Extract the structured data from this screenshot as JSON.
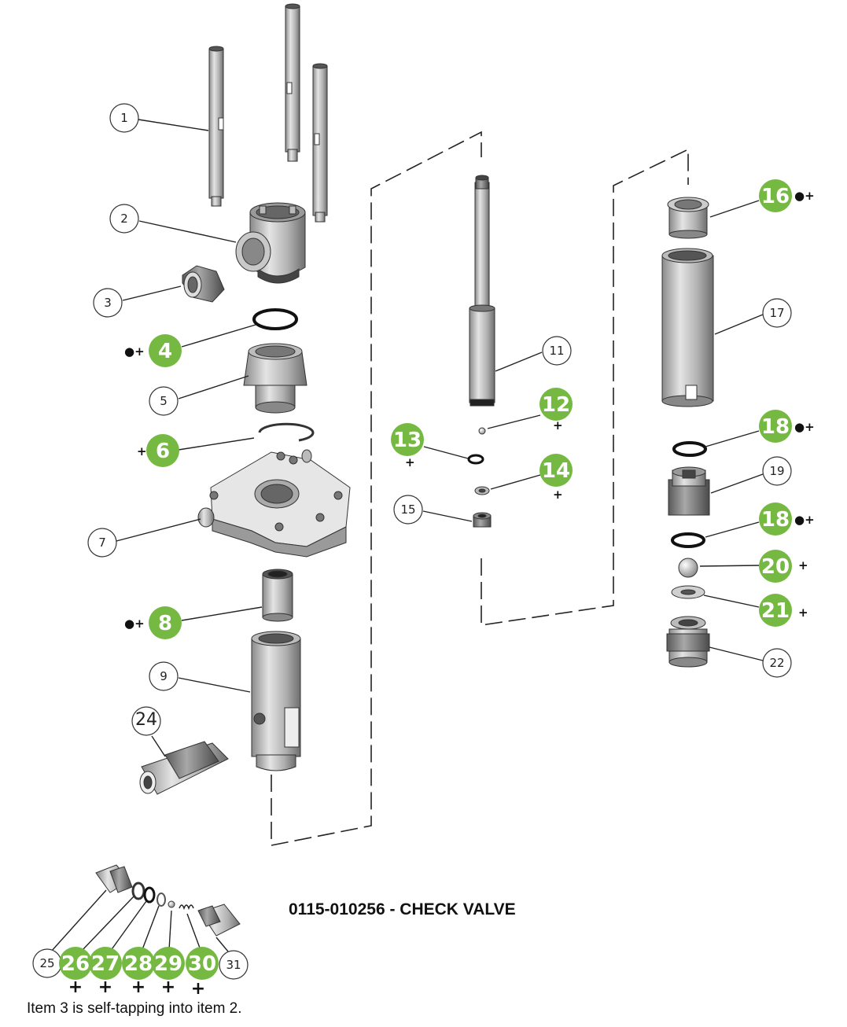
{
  "title": "0115-010256 - CHECK VALVE",
  "note": "Item 3 is self-tapping into item 2.",
  "colors": {
    "highlight": "#76b942",
    "part_light": "#d2d2d2",
    "part_mid": "#9a9a9a",
    "part_dark": "#555555",
    "line": "#222222"
  },
  "callouts": [
    {
      "id": "c1",
      "label": "1",
      "style": "plain"
    },
    {
      "id": "c2",
      "label": "2",
      "style": "plain"
    },
    {
      "id": "c3",
      "label": "3",
      "style": "plain"
    },
    {
      "id": "c4",
      "label": "4",
      "style": "highlight",
      "suffix": "●+"
    },
    {
      "id": "c5",
      "label": "5",
      "style": "plain"
    },
    {
      "id": "c6",
      "label": "6",
      "style": "highlight",
      "suffix": "+"
    },
    {
      "id": "c7",
      "label": "7",
      "style": "plain"
    },
    {
      "id": "c8",
      "label": "8",
      "style": "highlight",
      "suffix": "●+"
    },
    {
      "id": "c9",
      "label": "9",
      "style": "plain"
    },
    {
      "id": "c11",
      "label": "11",
      "style": "plain"
    },
    {
      "id": "c12",
      "label": "12",
      "style": "highlight",
      "suffix": "+"
    },
    {
      "id": "c13",
      "label": "13",
      "style": "highlight",
      "suffix": "+"
    },
    {
      "id": "c14",
      "label": "14",
      "style": "highlight",
      "suffix": "+"
    },
    {
      "id": "c15",
      "label": "15",
      "style": "plain"
    },
    {
      "id": "c16",
      "label": "16",
      "style": "highlight",
      "suffix": "●+"
    },
    {
      "id": "c17",
      "label": "17",
      "style": "plain"
    },
    {
      "id": "c18a",
      "label": "18",
      "style": "highlight",
      "suffix": "●+"
    },
    {
      "id": "c19",
      "label": "19",
      "style": "plain"
    },
    {
      "id": "c18b",
      "label": "18",
      "style": "highlight",
      "suffix": "●+"
    },
    {
      "id": "c20",
      "label": "20",
      "style": "highlight",
      "suffix": "+"
    },
    {
      "id": "c21",
      "label": "21",
      "style": "highlight",
      "suffix": "+"
    },
    {
      "id": "c22",
      "label": "22",
      "style": "plain"
    },
    {
      "id": "c24",
      "label": "24",
      "style": "plain"
    },
    {
      "id": "c25",
      "label": "25",
      "style": "plain"
    },
    {
      "id": "c26",
      "label": "26",
      "style": "highlight",
      "suffix": "+"
    },
    {
      "id": "c27",
      "label": "27",
      "style": "highlight",
      "suffix": "+"
    },
    {
      "id": "c28",
      "label": "28",
      "style": "highlight",
      "suffix": "+"
    },
    {
      "id": "c29",
      "label": "29",
      "style": "highlight",
      "suffix": "+"
    },
    {
      "id": "c30",
      "label": "30",
      "style": "highlight",
      "suffix": "+"
    },
    {
      "id": "c31",
      "label": "31",
      "style": "plain"
    }
  ]
}
